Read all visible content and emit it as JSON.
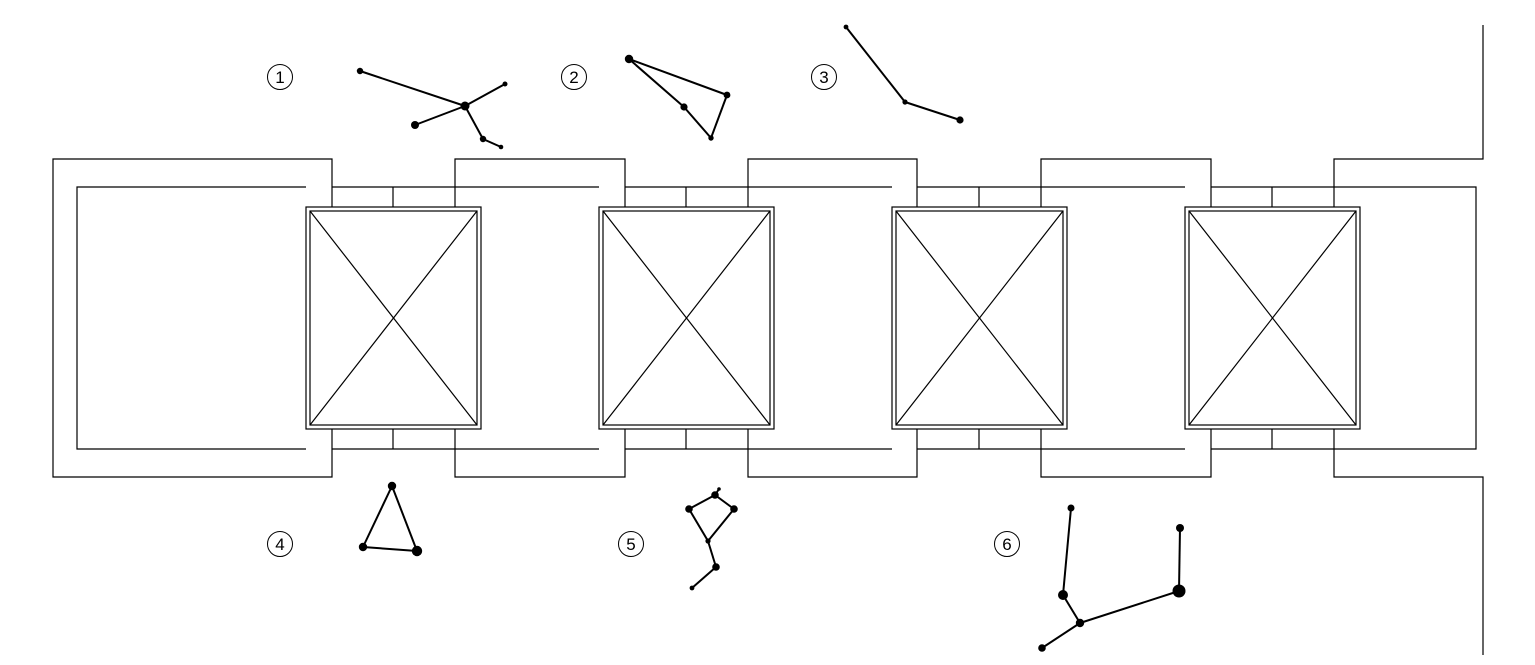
{
  "colors": {
    "line": "#000000",
    "background": "#ffffff"
  },
  "labels": [
    {
      "id": "1",
      "text": "1"
    },
    {
      "id": "2",
      "text": "2"
    },
    {
      "id": "3",
      "text": "3"
    },
    {
      "id": "4",
      "text": "4"
    },
    {
      "id": "5",
      "text": "5"
    },
    {
      "id": "6",
      "text": "6"
    }
  ],
  "panels": [
    {
      "id": "panel-1",
      "icon": "crossed-box-icon"
    },
    {
      "id": "panel-2",
      "icon": "crossed-box-icon"
    },
    {
      "id": "panel-3",
      "icon": "crossed-box-icon"
    },
    {
      "id": "panel-4",
      "icon": "crossed-box-icon"
    }
  ],
  "constellations": [
    {
      "id": "1",
      "icon": "constellation-icon"
    },
    {
      "id": "2",
      "icon": "constellation-icon"
    },
    {
      "id": "3",
      "icon": "constellation-icon"
    },
    {
      "id": "4",
      "icon": "constellation-icon"
    },
    {
      "id": "5",
      "icon": "constellation-icon"
    },
    {
      "id": "6",
      "icon": "constellation-icon"
    }
  ]
}
